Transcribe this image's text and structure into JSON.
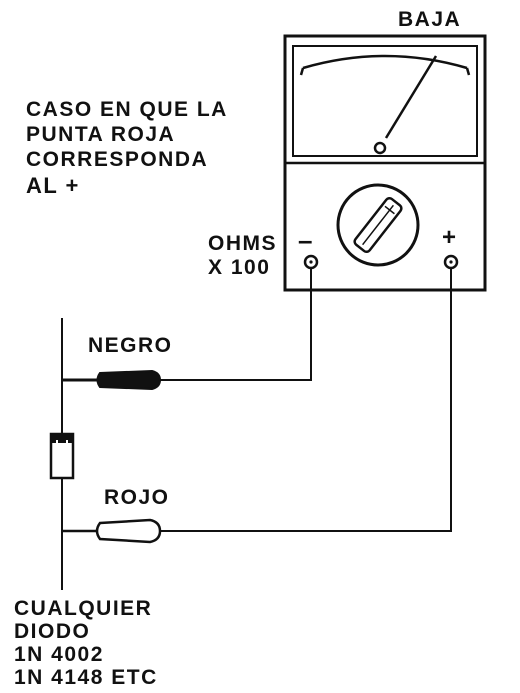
{
  "meter": {
    "label_top": "BAJA",
    "range_label_line1": "OHMS",
    "range_label_line2": "X 100",
    "terminal_negative": "–",
    "terminal_positive": "+"
  },
  "note": {
    "line1": "CASO EN QUE LA",
    "line2": "PUNTA ROJA",
    "line3": "CORRESPONDA",
    "line4": "AL +"
  },
  "probes": {
    "black_label": "NEGRO",
    "red_label": "ROJO"
  },
  "diode": {
    "line1": "CUALQUIER",
    "line2": "DIODO",
    "line3": "1N 4002",
    "line4": "1N 4148 ETC"
  }
}
